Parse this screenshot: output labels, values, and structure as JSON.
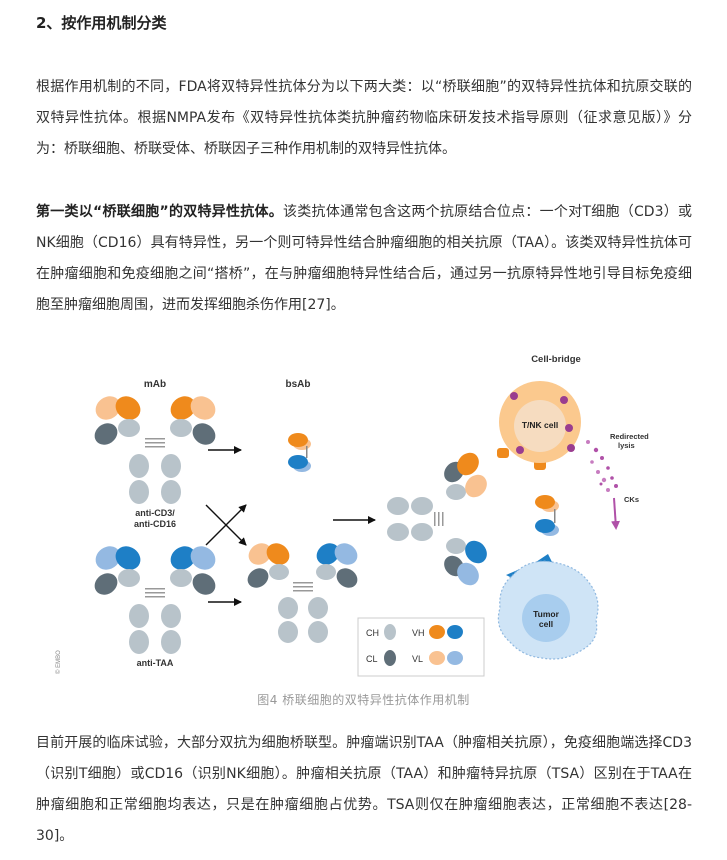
{
  "article": {
    "section_title": "2、按作用机制分类",
    "para1": "根据作用机制的不同，FDA将双特异性抗体分为以下两大类：以“桥联细胞”的双特异性抗体和抗原交联的双特异性抗体。根据NMPA发布《双特异性抗体类抗肿瘤药物临床研发技术指导原则（征求意见版）》分为：桥联细胞、桥联受体、桥联因子三种作用机制的双特异性抗体。",
    "para2_bold": "第一类以“桥联细胞”的双特异性抗体。",
    "para2_rest": "该类抗体通常包含这两个抗原结合位点：一个对T细胞（CD3）或NK细胞（CD16）具有特异性，另一个则可特异性结合肿瘤细胞的相关抗原（TAA）。该类双特异性抗体可在肿瘤细胞和免疫细胞之间“搭桥”，在与肿瘤细胞特异性结合后，通过另一抗原特异性地引导目标免疫细胞至肿瘤细胞周围，进而发挥细胞杀伤作用[27]。",
    "para3": "目前开展的临床试验，大部分双抗为细胞桥联型。肿瘤端识别TAA（肿瘤相关抗原），免疫细胞端选择CD3（识别T细胞）或CD16（识别NK细胞）。肿瘤相关抗原（TAA）和肿瘤特异抗原（TSA）区别在于TAA在肿瘤细胞和正常细胞均表达，只是在肿瘤细胞占优势。TSA则仅在肿瘤细胞表达，正常细胞不表达[28-30]。"
  },
  "figure": {
    "caption": "图4 桥联细胞的双特异性抗体作用机制",
    "label_mab": "mAb",
    "label_bsab": "bsAb",
    "label_cell_bridge": "Cell-bridge",
    "label_tnk_cell": "T/NK cell",
    "label_redirected_1": "Redirected",
    "label_redirected_2": "lysis",
    "label_cks": "CKs",
    "label_anti_cd3_1": "anti-CD3/",
    "label_anti_cd3_2": "anti-CD16",
    "label_anti_taa": "anti-TAA",
    "label_tumor_1": "Tumor",
    "label_tumor_2": "cell",
    "legend": {
      "ch": "CH",
      "cl": "CL",
      "vh": "VH",
      "vl": "VL"
    },
    "watermark": "© EMBO",
    "colors": {
      "constant_heavy": "#b8c3ca",
      "constant_light": "#5f6e78",
      "orange_vh": "#ef8a1c",
      "orange_vl": "#f9c291",
      "blue_vh": "#1e7fc6",
      "blue_vl": "#94b9e2",
      "tnk_cell": "#fbc98e",
      "tnk_nucleus": "#f6dcc0",
      "granule": "#9a3d8f",
      "tumor_cell": "#cfe4f6",
      "tumor_nucleus": "#a8cdee",
      "lysis_arrow": "#b051a8"
    }
  }
}
